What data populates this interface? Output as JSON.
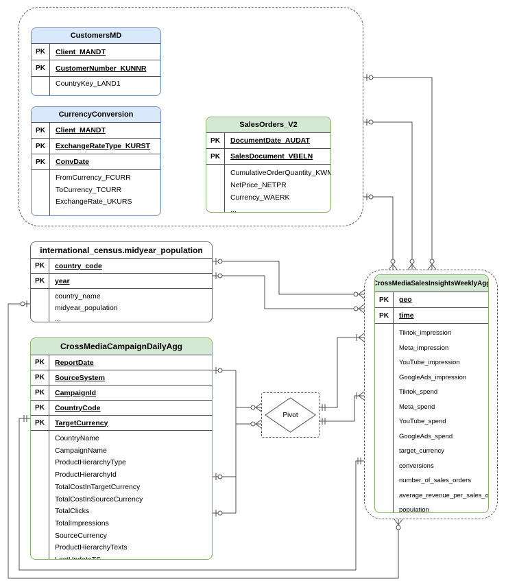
{
  "diagram": {
    "pk_label": "PK",
    "pivot_label": "Pivot",
    "colors": {
      "blue_fill": "#dae8fc",
      "blue_stroke": "#6c8ebf",
      "green_fill": "#d5e8d4",
      "green_stroke": "#82b366",
      "neutral_stroke": "#666666",
      "line": "#4d4d4d"
    },
    "tables": [
      {
        "id": "customers_md",
        "title": "CustomersMD",
        "theme": "blue",
        "pk_fields": [
          "Client_MANDT",
          "CustomerNumber_KUNNR"
        ],
        "fields": [
          "CountryKey_LAND1",
          "..."
        ]
      },
      {
        "id": "currency_conversion",
        "title": "CurrencyConversion",
        "theme": "blue",
        "pk_fields": [
          "Client_MANDT",
          "ExchangeRateType_KURST",
          "ConvDate"
        ],
        "fields": [
          "FromCurrency_FCURR",
          "ToCurrency_TCURR",
          "ExchangeRate_UKURS",
          "..."
        ]
      },
      {
        "id": "sales_orders_v2",
        "title": "SalesOrders_V2",
        "theme": "green",
        "pk_fields": [
          "DocumentDate_AUDAT",
          "SalesDocument_VBELN"
        ],
        "fields": [
          "CumulativeOrderQuantity_KWMENG",
          "NetPrice_NETPR",
          "Currency_WAERK",
          "..."
        ]
      },
      {
        "id": "midyear_population",
        "title": "international_census.midyear_population",
        "theme": "neutral",
        "pk_fields": [
          "country_code",
          "year"
        ],
        "fields": [
          "country_name",
          "midyear_population",
          "..."
        ]
      },
      {
        "id": "campaign_daily_agg",
        "title": "CrossMediaCampaignDailyAgg",
        "theme": "green",
        "pk_fields": [
          "ReportDate",
          "SourceSystem",
          "CampaignId",
          "CountryCode",
          "TargetCurrency"
        ],
        "fields": [
          "CountryName",
          "CampaignName",
          "ProductHierarchyType",
          "ProductHierarchyId",
          "TotalCostInTargetCurrency",
          "TotalCostInSourceCurrency",
          "TotalClicks",
          "TotalImpressions",
          "SourceCurrency",
          "ProductHierarchyTexts",
          "LastUpdateTS"
        ]
      },
      {
        "id": "weekly_agg",
        "title": "CrossMediaSalesInsightsWeeklyAgg",
        "theme": "green",
        "pk_fields": [
          "geo",
          "time"
        ],
        "fields": [
          "Tiktok_impression",
          "Meta_impression",
          "YouTube_impression",
          "GoogleAds_impression",
          "Tiktok_spend",
          "Meta_spend",
          "YouTube_spend",
          "GoogleAds_spend",
          "target_currency",
          "conversions",
          "number_of_sales_orders",
          "average_revenue_per_sales_order",
          "population"
        ]
      }
    ],
    "relationships": [
      {
        "from": "top-group (CustomersMD side)",
        "to": "weekly-group top",
        "from_symbol": "one-optional",
        "to_symbol": "zero-or-many"
      },
      {
        "from": "top-group (CurrencyConversion side)",
        "to": "weekly-group top",
        "from_symbol": "one-optional",
        "to_symbol": "zero-or-many"
      },
      {
        "from": "top-group (SalesOrders_V2 side)",
        "to": "weekly-group top",
        "from_symbol": "one-optional",
        "to_symbol": "zero-or-many"
      },
      {
        "from": "midyear_population.country_code",
        "to": "weekly-group left",
        "from_symbol": "one-optional",
        "to_symbol": "zero-or-many"
      },
      {
        "from": "midyear_population.year",
        "to": "weekly-group left",
        "from_symbol": "one-optional",
        "to_symbol": "zero-or-many"
      },
      {
        "from": "midyear_population (left edge)",
        "to": "weekly-group bottom",
        "from_symbol": "one-optional",
        "to_symbol": "zero-or-many"
      },
      {
        "from": "campaign_daily_agg.SourceSystem",
        "to": "pivot",
        "from_symbol": "one-optional",
        "to_symbol": "zero-or-many"
      },
      {
        "from": "campaign_daily_agg.TotalCostInTargetCurrency",
        "to": "pivot",
        "from_symbol": "one-optional",
        "to_symbol": "zero-or-many"
      },
      {
        "from": "campaign_daily_agg.TotalImpressions",
        "to": "pivot",
        "from_symbol": "one-optional",
        "to_symbol": "zero-or-many"
      },
      {
        "from": "pivot (upper)",
        "to": "weekly-group left",
        "from_symbol": "one",
        "to_symbol": "many"
      },
      {
        "from": "pivot (lower)",
        "to": "weekly-group left",
        "from_symbol": "one",
        "to_symbol": "many"
      },
      {
        "from": "campaign_daily_agg.TargetCurrency",
        "to": "weekly-group left",
        "from_symbol": "one",
        "to_symbol": "one"
      }
    ]
  }
}
